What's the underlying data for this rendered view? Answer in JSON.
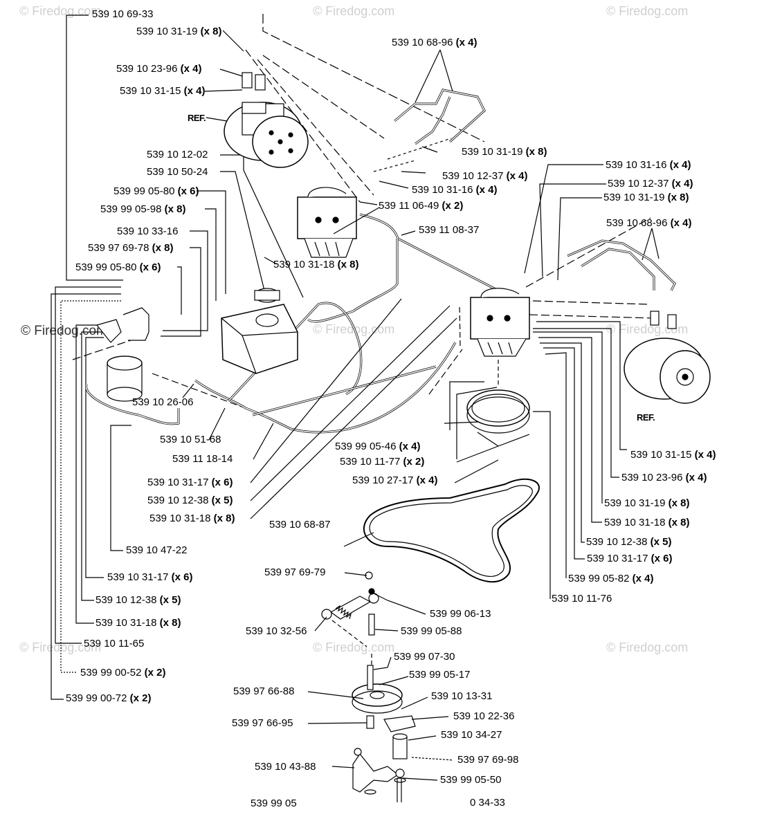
{
  "watermarks": {
    "top_left": "© Firedog.com",
    "top_center": "© Firedog.com",
    "top_right": "© Firedog.com",
    "mid_left": "© Firedog.com",
    "mid_center": "© Firedog.com",
    "mid_right": "© Firedog.com",
    "low_left": "© Firedog.com",
    "low_center": "© Firedog.com",
    "low_right": "© Firedog.com"
  },
  "ref_labels": {
    "left": "REF.",
    "right": "REF."
  },
  "parts": [
    {
      "id": "p1",
      "number": "539 10 69-33",
      "qty": ""
    },
    {
      "id": "p2",
      "number": "539 10 31-19",
      "qty": "(x 8)"
    },
    {
      "id": "p3",
      "number": "539 10 23-96",
      "qty": "(x 4)"
    },
    {
      "id": "p4",
      "number": "539 10 31-15",
      "qty": "(x 4)"
    },
    {
      "id": "p5",
      "number": "539 10 68-96",
      "qty": "(x 4)"
    },
    {
      "id": "p6",
      "number": "539 10 31-19",
      "qty": "(x 8)"
    },
    {
      "id": "p7",
      "number": "539 10 12-02",
      "qty": ""
    },
    {
      "id": "p8",
      "number": "539 10 12-37",
      "qty": "(x 4)"
    },
    {
      "id": "p9",
      "number": "539 10 50-24",
      "qty": ""
    },
    {
      "id": "p10",
      "number": "539 10 31-16",
      "qty": "(x 4)"
    },
    {
      "id": "p11",
      "number": "539 99 05-80",
      "qty": "(x 6)"
    },
    {
      "id": "p12",
      "number": "539 11 06-49",
      "qty": "(x 2)"
    },
    {
      "id": "p13",
      "number": "539 99 05-98",
      "qty": "(x 8)"
    },
    {
      "id": "p14",
      "number": "539 10 33-16",
      "qty": ""
    },
    {
      "id": "p15",
      "number": "539 11 08-37",
      "qty": ""
    },
    {
      "id": "p16",
      "number": "539 97 69-78",
      "qty": "(x 8)"
    },
    {
      "id": "p17",
      "number": "539 10 31-18",
      "qty": "(x 8)"
    },
    {
      "id": "p18",
      "number": "539 99 05-80",
      "qty": "(x 6)"
    },
    {
      "id": "p19",
      "number": "539 10 31-16",
      "qty": "(x 4)"
    },
    {
      "id": "p20",
      "number": "539 10 12-37",
      "qty": "(x 4)"
    },
    {
      "id": "p21",
      "number": "539 10 31-19",
      "qty": "(x 8)"
    },
    {
      "id": "p22",
      "number": "539 10 68-96",
      "qty": "(x 4)"
    },
    {
      "id": "p23",
      "number": "539 10 26-06",
      "qty": ""
    },
    {
      "id": "p24",
      "number": "539 10 51-68",
      "qty": ""
    },
    {
      "id": "p25",
      "number": "539 11 18-14",
      "qty": ""
    },
    {
      "id": "p26",
      "number": "539 99 05-46",
      "qty": "(x 4)"
    },
    {
      "id": "p27",
      "number": "539 10 11-77",
      "qty": "(x 2)"
    },
    {
      "id": "p28",
      "number": "539 10 31-15",
      "qty": "(x 4)"
    },
    {
      "id": "p29",
      "number": "539 10 27-17",
      "qty": "(x 4)"
    },
    {
      "id": "p30",
      "number": "539 10 23-96",
      "qty": "(x 4)"
    },
    {
      "id": "p31",
      "number": "539 10 31-17",
      "qty": "(x 6)"
    },
    {
      "id": "p32",
      "number": "539 10 12-38",
      "qty": "(x 5)"
    },
    {
      "id": "p33",
      "number": "539 10 31-19",
      "qty": "(x 8)"
    },
    {
      "id": "p34",
      "number": "539 10 31-18",
      "qty": "(x 8)"
    },
    {
      "id": "p35",
      "number": "539 10 31-18",
      "qty": "(x 8)"
    },
    {
      "id": "p36",
      "number": "539 10 68-87",
      "qty": ""
    },
    {
      "id": "p37",
      "number": "539 10 12-38",
      "qty": "(x 5)"
    },
    {
      "id": "p38",
      "number": "539 10 47-22",
      "qty": ""
    },
    {
      "id": "p39",
      "number": "539 10 31-17",
      "qty": "(x 6)"
    },
    {
      "id": "p40",
      "number": "539 97 69-79",
      "qty": ""
    },
    {
      "id": "p41",
      "number": "539 10 31-17",
      "qty": "(x 6)"
    },
    {
      "id": "p42",
      "number": "539 99 05-82",
      "qty": "(x 4)"
    },
    {
      "id": "p43",
      "number": "539 10 12-38",
      "qty": "(x 5)"
    },
    {
      "id": "p44",
      "number": "539 10 11-76",
      "qty": ""
    },
    {
      "id": "p45",
      "number": "539 99 06-13",
      "qty": ""
    },
    {
      "id": "p46",
      "number": "539 10 31-18",
      "qty": "(x 8)"
    },
    {
      "id": "p47",
      "number": "539 10 32-56",
      "qty": ""
    },
    {
      "id": "p48",
      "number": "539 99 05-88",
      "qty": ""
    },
    {
      "id": "p49",
      "number": "539 10 11-65",
      "qty": ""
    },
    {
      "id": "p50",
      "number": "539 99 07-30",
      "qty": ""
    },
    {
      "id": "p51",
      "number": "539 99 00-52",
      "qty": "(x 2)"
    },
    {
      "id": "p52",
      "number": "539 99 05-17",
      "qty": ""
    },
    {
      "id": "p53",
      "number": "539 99 00-72",
      "qty": "(x 2)"
    },
    {
      "id": "p54",
      "number": "539 97 66-88",
      "qty": ""
    },
    {
      "id": "p55",
      "number": "539 10 13-31",
      "qty": ""
    },
    {
      "id": "p56",
      "number": "539 10 22-36",
      "qty": ""
    },
    {
      "id": "p57",
      "number": "539 97 66-95",
      "qty": ""
    },
    {
      "id": "p58",
      "number": "539 10 34-27",
      "qty": ""
    },
    {
      "id": "p59",
      "number": "539 97 69-98",
      "qty": ""
    },
    {
      "id": "p60",
      "number": "539 10 43-88",
      "qty": ""
    },
    {
      "id": "p61",
      "number": "539 99 05-50",
      "qty": ""
    },
    {
      "id": "p62",
      "number": "539 99 05",
      "qty": ""
    },
    {
      "id": "p63",
      "number": "0 34-33",
      "qty": ""
    }
  ]
}
